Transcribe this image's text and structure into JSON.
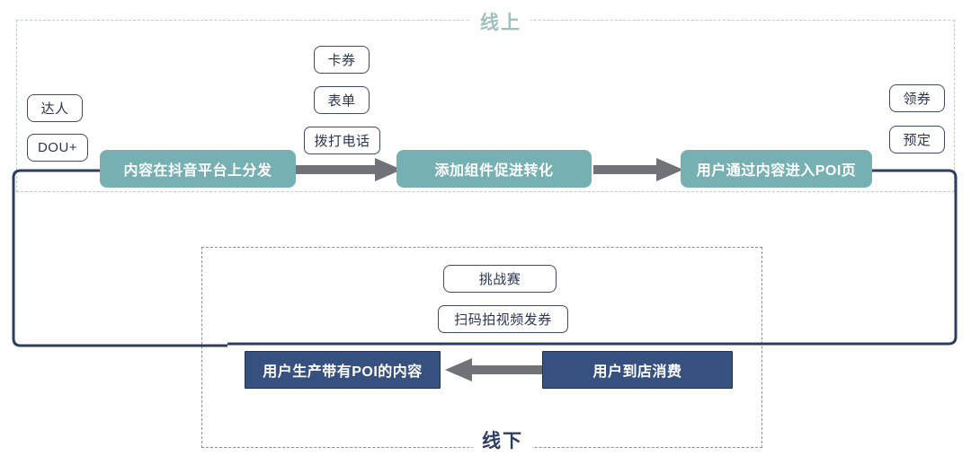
{
  "diagram": {
    "zones": [
      {
        "key": "online",
        "label": "线上",
        "color": "#9fc0bd",
        "dash_color": "#b9ccc6"
      },
      {
        "key": "offline",
        "label": "线下",
        "color": "#2e3e61",
        "dash_color": "#8a8f9e"
      }
    ],
    "process_steps": [
      {
        "id": "step1",
        "label": "内容在抖音平台上分发",
        "style": "teal"
      },
      {
        "id": "step2",
        "label": "添加组件促进转化",
        "style": "teal"
      },
      {
        "id": "step3",
        "label": "用户通过内容进入POI页",
        "style": "teal"
      },
      {
        "id": "step4",
        "label": "用户到店消费",
        "style": "navy"
      },
      {
        "id": "step5",
        "label": "用户生产带有POI的内容",
        "style": "navy"
      }
    ],
    "tags": {
      "sources": [
        "达人",
        "DOU+"
      ],
      "components": [
        "卡券",
        "表单",
        "拨打电话"
      ],
      "poi_actions": [
        "领券",
        "预定"
      ],
      "offline_actions": [
        "挑战赛",
        "扫码拍视频发券"
      ]
    },
    "arrows": [
      {
        "id": "arrow-step1-step2",
        "direction": "right"
      },
      {
        "id": "arrow-step2-step3",
        "direction": "right"
      },
      {
        "id": "arrow-step4-step5",
        "direction": "left"
      }
    ],
    "colors": {
      "teal_fill": "#76b0b3",
      "navy_fill": "#36507f",
      "arrow_gray": "#6f7278",
      "loop_navy": "#2e3e61",
      "chip_border": "#3f4a68"
    }
  }
}
